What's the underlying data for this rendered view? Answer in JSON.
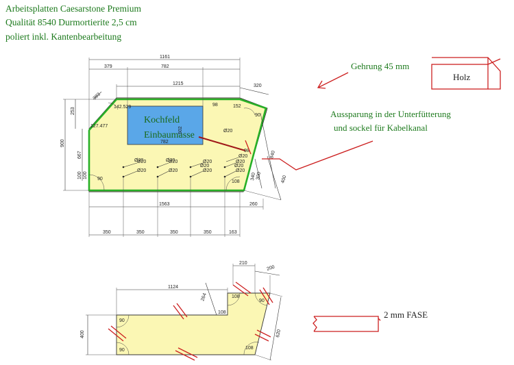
{
  "header": {
    "line1": "Arbeitsplatten Caesarstone Premium",
    "line2": "Qualität 8540 Durmortierite 2,5 cm",
    "line3": "poliert inkl. Kantenbearbeitung"
  },
  "notes": {
    "miter": "Gehrung 45 mm",
    "wood": "Holz",
    "recess_line1": "Aussparung in der Unterfütterung",
    "recess_line2": "und sockel für Kabelkanal",
    "chamfer": "2 mm  FASE"
  },
  "cooktop": {
    "line1": "Kochfeld",
    "line2": "Einbaumasse",
    "width": "782",
    "height": "502"
  },
  "top_plate": {
    "dims_top": [
      "1161",
      "379",
      "782",
      "1215",
      "320"
    ],
    "dims_left": [
      "253",
      "383",
      "900",
      "667",
      "100",
      "100"
    ],
    "dims_right": [
      "840",
      "300",
      "340",
      "400"
    ],
    "dims_bottom": [
      "1563",
      "260"
    ],
    "dims_holes_row": [
      "350",
      "350",
      "350",
      "350",
      "163"
    ],
    "corner_labels": [
      "142.529",
      "127.477",
      "98",
      "152",
      "90",
      "90",
      "108"
    ],
    "holes": [
      "Ø20",
      "Ø20",
      "Ø20",
      "Ø20",
      "Ø20",
      "Ø20",
      "Ø20",
      "Ø20",
      "Ø20",
      "Ø20",
      "Ø20",
      "Ø20",
      "Ø20",
      "Ø20"
    ],
    "cable_label": "98"
  },
  "bottom_plate": {
    "dims": [
      "210",
      "200",
      "1124",
      "264",
      "400",
      "620"
    ],
    "corner_labels": [
      "108",
      "90",
      "108",
      "90",
      "90",
      "108"
    ]
  },
  "colors": {
    "title_text": "#1d7a1d",
    "plate_fill": "#fbf7b4",
    "edge_highlight": "#27b027",
    "cooktop_fill": "#5aa7e8",
    "annotation_red": "#cc1f1f"
  }
}
